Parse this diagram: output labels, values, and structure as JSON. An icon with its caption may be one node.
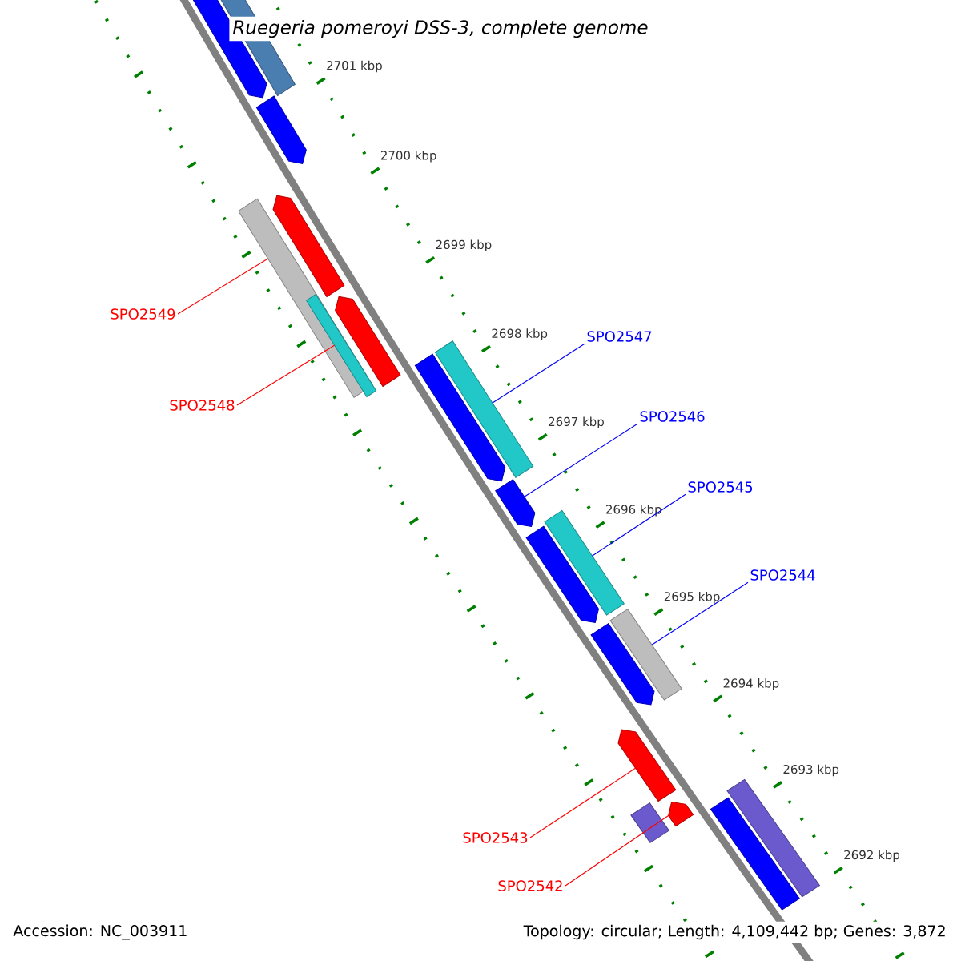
{
  "diagram": {
    "title": "Ruegeria pomeroyi DSS-3, complete genome",
    "nodes": [
      {
        "text": [
          "SPO2549"
        ]
      },
      {
        "text": [
          "SPO2547"
        ]
      },
      {
        "text": [
          "SPO2548"
        ]
      },
      {
        "text": [
          "SPO2546"
        ]
      },
      {
        "text": [
          "SPO2545"
        ]
      },
      {
        "text": [
          "SPO2544"
        ]
      },
      {
        "text": [
          "SPO2543"
        ]
      },
      {
        "text": [
          "SPO2542"
        ]
      },
      {
        "text": [],
        "shape": "pentagon"
      },
      {
        "text": [],
        "shape": "bar"
      },
      {
        "text": [],
        "shape": "pentagon"
      },
      {
        "text": [],
        "shape": "bar"
      },
      {
        "text": [],
        "shape": "pentagon"
      },
      {
        "text": [],
        "shape": "bar",
        "in": 11
      },
      {
        "text": [],
        "shape": "pentagon"
      },
      {
        "text": [],
        "shape": "pentagon"
      },
      {
        "text": [],
        "shape": "bar"
      },
      {
        "text": [],
        "shape": "pentagon"
      },
      {
        "text": [],
        "shape": "bar"
      },
      {
        "text": [],
        "shape": "pentagon"
      },
      {
        "text": [],
        "shape": "bar"
      },
      {
        "text": [],
        "shape": "pentagon"
      },
      {
        "text": [],
        "shape": "pentagon"
      },
      {
        "text": [],
        "shape": "bar"
      },
      {
        "text": [],
        "shape": "pentagon"
      },
      {
        "text": [],
        "shape": "bar"
      },
      {
        "text": [],
        "shape": "bar"
      }
    ],
    "edges": [
      {
        "from": 0,
        "to": 11,
        "arrow": "none",
        "color": "#ff0000"
      },
      {
        "from": 1,
        "to": 16,
        "arrow": "none",
        "color": "#0000ff"
      },
      {
        "from": 2,
        "to": 13,
        "arrow": "none",
        "color": "#ff0000"
      },
      {
        "from": 3,
        "to": 17,
        "arrow": "none",
        "color": "#0000ff"
      },
      {
        "from": 4,
        "to": 18,
        "arrow": "none",
        "color": "#0000ff"
      },
      {
        "from": 5,
        "to": 20,
        "arrow": "none",
        "color": "#0000ff"
      },
      {
        "from": 6,
        "to": 22,
        "arrow": "none",
        "color": "#ff0000"
      },
      {
        "from": 7,
        "to": 24,
        "arrow": "none",
        "color": "#ff0000"
      }
    ],
    "labels": [
      "2701 kbp",
      "2700 kbp",
      "2699 kbp",
      "2698 kbp",
      "2697 kbp",
      "2696 kbp",
      "2695 kbp",
      "2694 kbp",
      "2693 kbp",
      "2692 kbp",
      "Accession: NC_003911",
      "Topology: circular; Length: 4,109,442 bp; Genes: 3,872"
    ]
  }
}
